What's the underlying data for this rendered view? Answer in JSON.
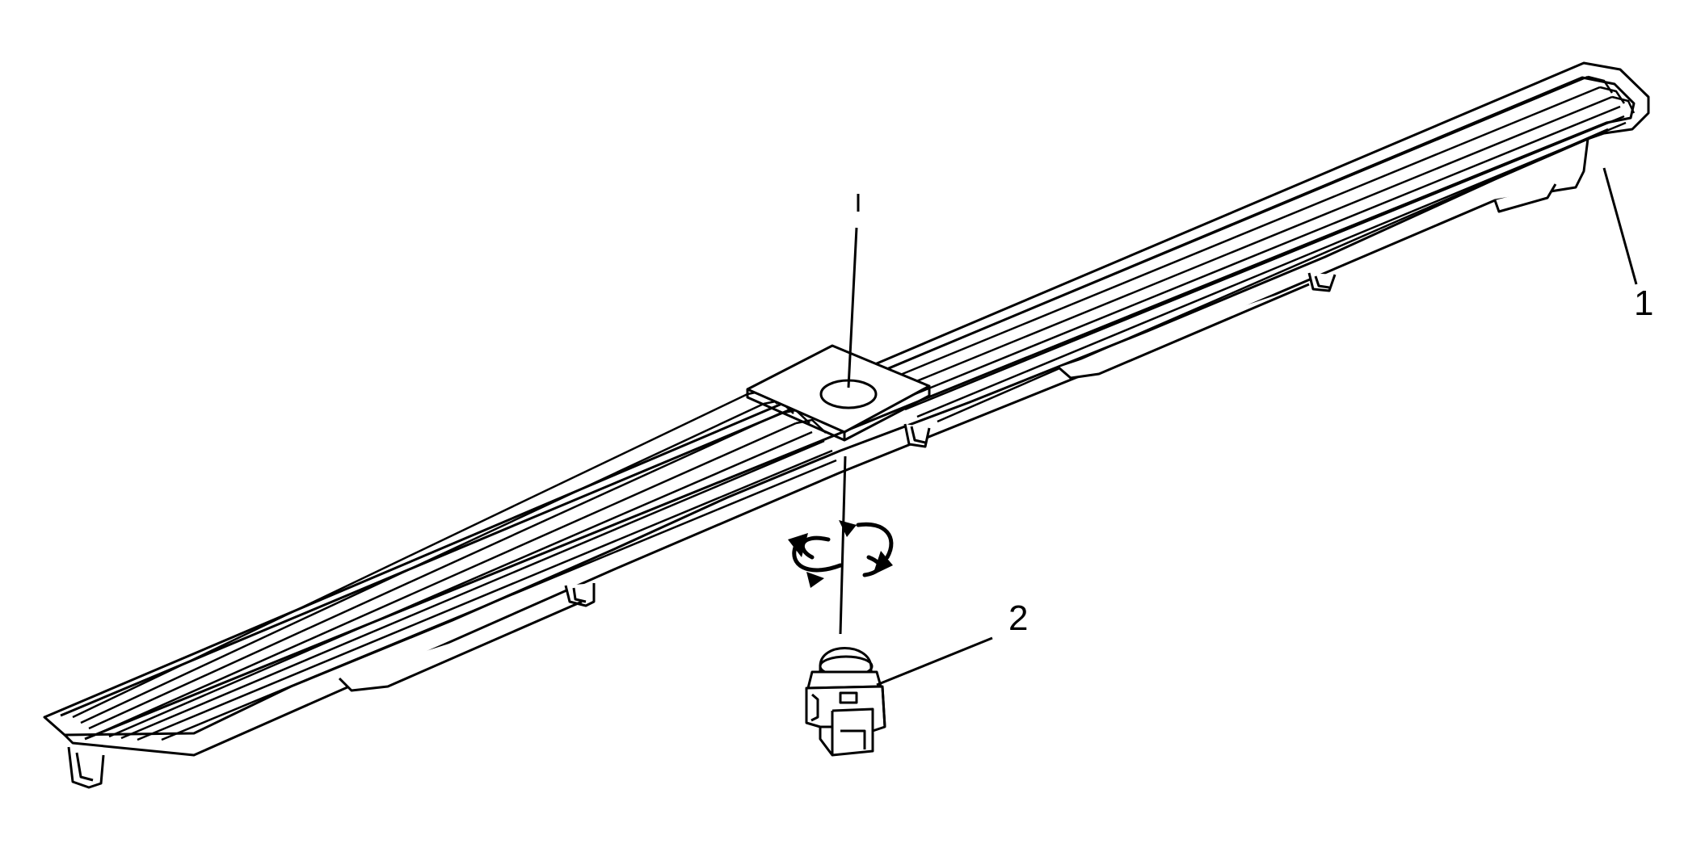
{
  "diagram": {
    "callouts": [
      {
        "id": "1",
        "label": "1"
      },
      {
        "id": "2",
        "label": "2"
      }
    ],
    "colors": {
      "line": "#000000",
      "background": "#ffffff",
      "ridge": "#444444"
    },
    "icons": [
      "rotate-arrows-icon"
    ]
  }
}
